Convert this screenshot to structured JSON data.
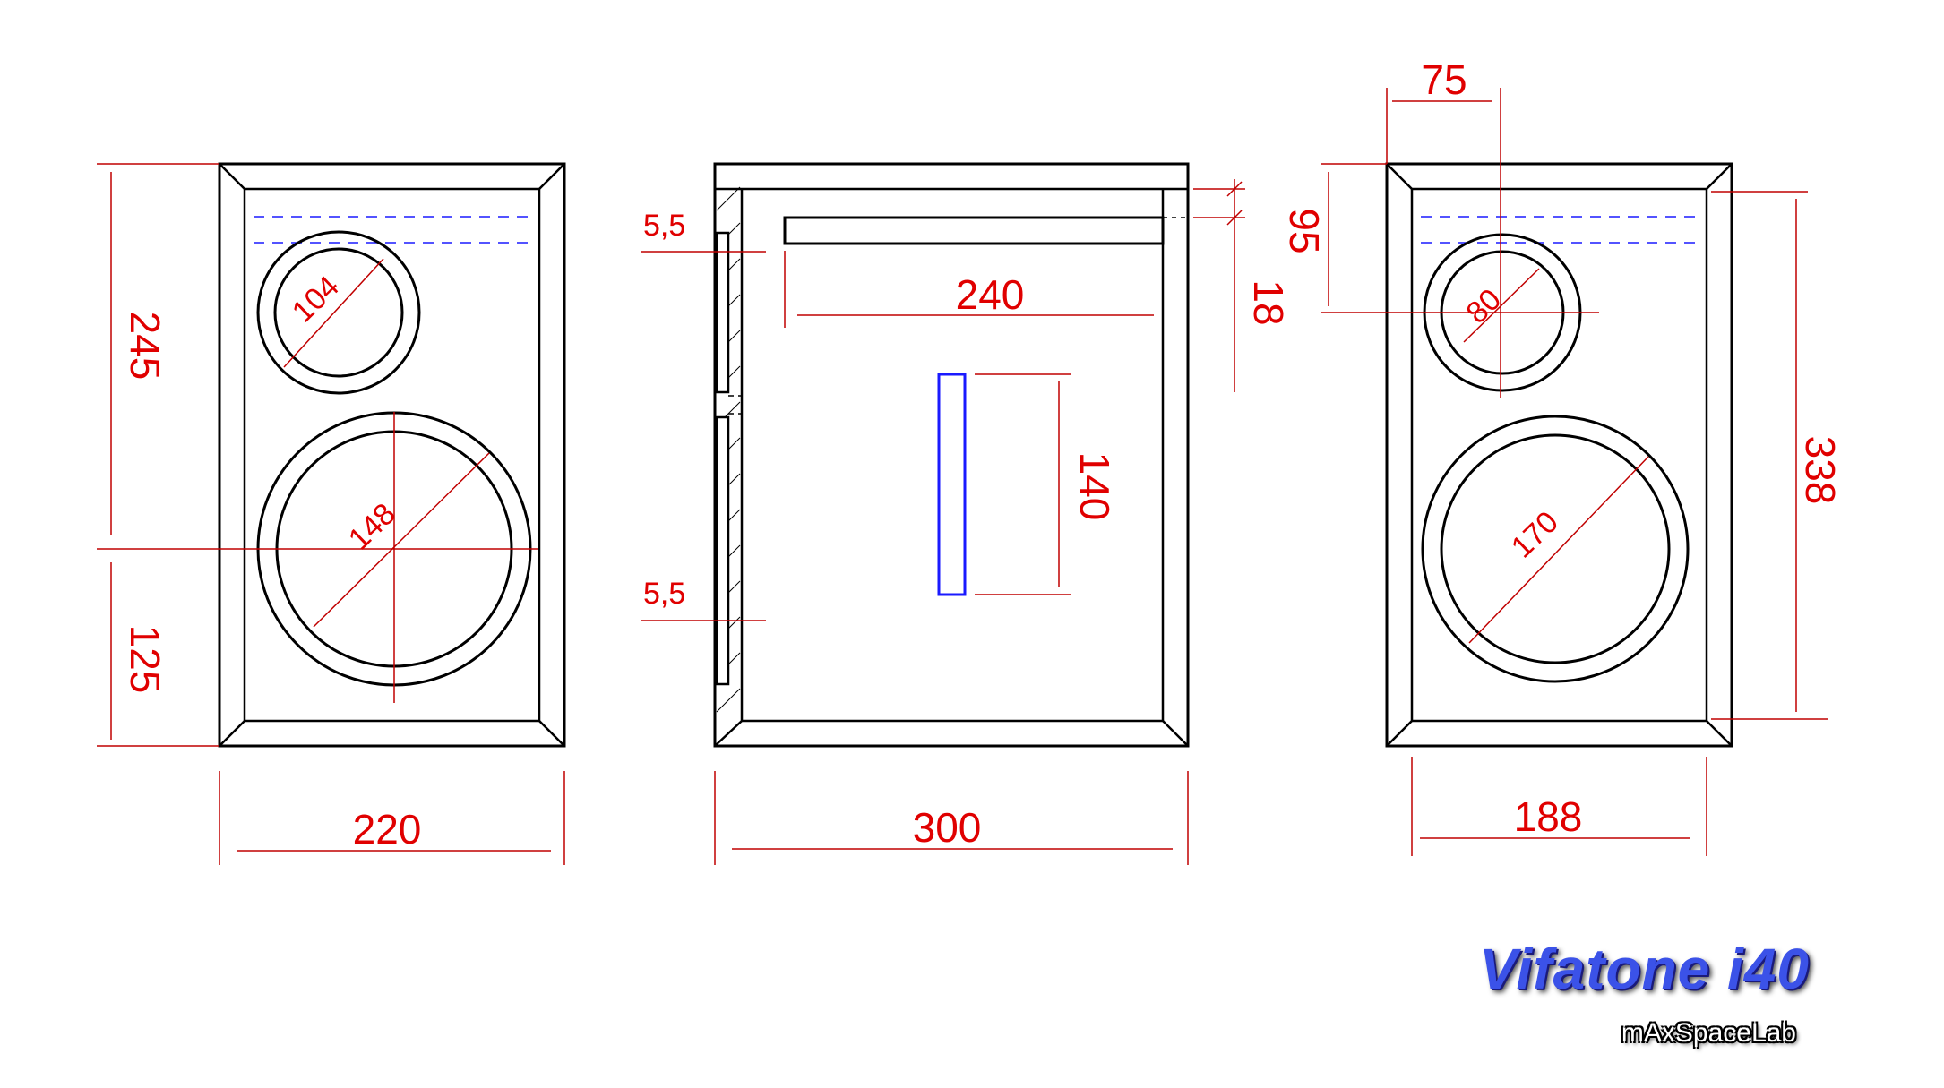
{
  "diagram": {
    "front_left": {
      "width": "220",
      "height_upper": "245",
      "height_lower": "125",
      "tweeter_dia": "104",
      "woofer_dia": "148"
    },
    "side": {
      "depth": "300",
      "inner_length": "240",
      "top_thickness": "18",
      "port_height": "140",
      "offset_top": "5,5",
      "offset_bottom": "5,5"
    },
    "front_right": {
      "width": "188",
      "height": "338",
      "tweeter_offset_x": "75",
      "tweeter_offset_y": "95",
      "tweeter_dia": "80",
      "woofer_dia": "170"
    }
  },
  "branding": {
    "title": "Vifatone i40",
    "author": "mAxSpaceLab"
  },
  "colors": {
    "dimension": "#e00000",
    "outline": "#000000",
    "port": "#1a1aff"
  }
}
